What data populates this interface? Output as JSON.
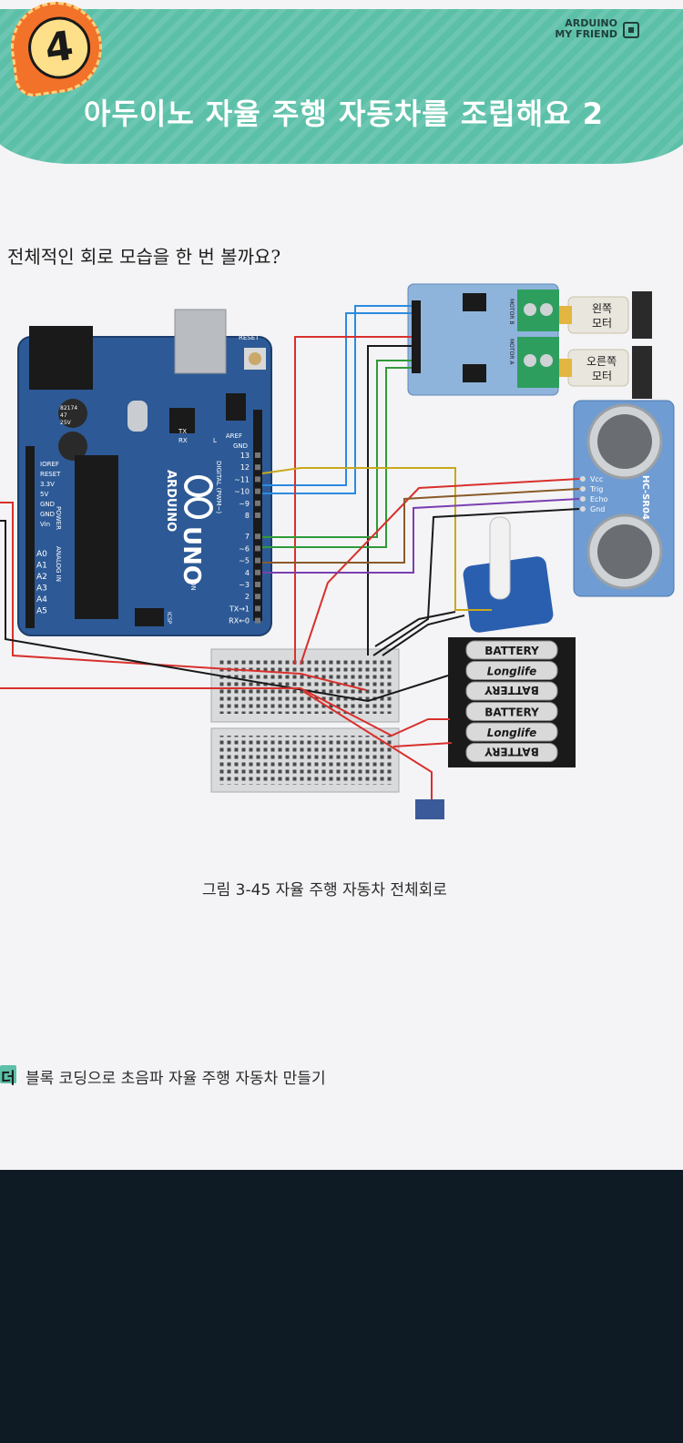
{
  "header": {
    "chapter_number": "4",
    "title": "아두이노 자율 주행 자동차를 조립해요 2",
    "brand_line1": "ARDUINO",
    "brand_line2": "MY FRIEND"
  },
  "intro_text": "전체적인 회로 모습을 한 번 볼까요?",
  "figure": {
    "caption": "그림 3-45  자율 주행 자동차 전체회로",
    "arduino": {
      "brand": "ARDUINO",
      "model": "UNO",
      "reset": "RESET",
      "digital_label": "DIGITAL (PWM~)",
      "aref": "AREF",
      "gnd": "GND",
      "digital_pins": [
        "13",
        "12",
        "~11",
        "~10",
        "~9",
        "8",
        "7",
        "~6",
        "~5",
        "4",
        "~3",
        "2",
        "TX→1",
        "RX←0"
      ],
      "power_label": "POWER",
      "power_pins": [
        "IOREF",
        "RESET",
        "3.3V",
        "5V",
        "GND",
        "GND",
        "Vin"
      ],
      "analog_label": "ANALOG IN",
      "analog_pins": [
        "A0",
        "A1",
        "A2",
        "A3",
        "A4",
        "A5"
      ],
      "cap_text": [
        "82174",
        "47",
        "25V"
      ],
      "tx": "TX",
      "rx": "RX",
      "l": "L",
      "on": "ON",
      "icsp": "ICSP"
    },
    "motor_driver": {
      "motor_b": "MOTOR B",
      "motor_a": "MOTOR A"
    },
    "motors": {
      "left": [
        "왼쪽",
        "모터"
      ],
      "right": [
        "오른쪽",
        "모터"
      ]
    },
    "ultrasonic": {
      "model": "HC-SR04",
      "pins": [
        "Vcc",
        "Trig",
        "Echo",
        "Gnd"
      ]
    },
    "battery": {
      "labels": [
        "BATTERY",
        "Longlife",
        "BATTERY",
        "BATTERY",
        "Longlife",
        "BATTERY"
      ]
    },
    "wire_colors": {
      "red": "#d8302c",
      "black": "#1a1a1a",
      "blue": "#2a8be0",
      "green": "#2f9a3a",
      "yellow": "#c9a81a",
      "purple": "#7a3fb0",
      "brown": "#8a5a2a"
    }
  },
  "section_heading": {
    "tag": "더",
    "text": "블록 코딩으로 초음파 자율 주행 자동차 만들기"
  }
}
